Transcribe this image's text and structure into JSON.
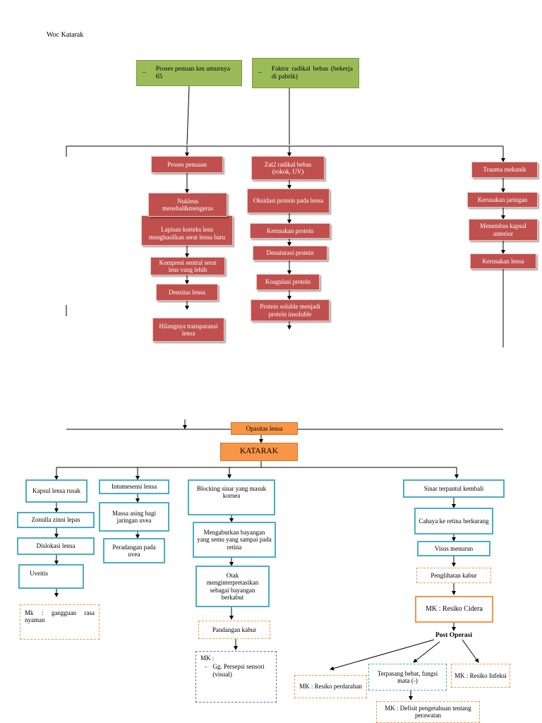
{
  "title": "Woc Katarak",
  "top": {
    "aging_factor": {
      "dash": "–",
      "text": "Proses penuan km umurnya 65"
    },
    "radical_factor": {
      "dash": "–",
      "text": "Faktor radikal bebas (bekerja di pabrik)"
    }
  },
  "left_chain": {
    "proses_penuaan": "Proses penuaan",
    "nukleus": "Nukleus menebal&mengeras",
    "lapisan": "Lapisan korteks lens menghasilkan serat lensa baru",
    "kompresi": "Kompresi sentral serat lens vang lebih",
    "densitas": "Densitas lensa",
    "hilangnya": "Hilangnya transparansi lensa"
  },
  "middle_chain": {
    "zat": "Zat2 radikal bebas (rokok, UV)",
    "oksidasi": "Oksidasi protein pada lensa",
    "kerusakan_protein": "Kerusakan protein",
    "denaturasi": "Denaturasi protein",
    "koagulasi": "Koagulasi protein",
    "soluble": "Protein soluble menjadi protein insoluble"
  },
  "right_chain": {
    "trauma": "Trauma mekanik",
    "kerusakan_jaringan": "Kerusakan jaringan",
    "menembus": "Menembus kapsul anterior",
    "kerusakan_lensa": "Kerusakan lensa"
  },
  "center": {
    "opasitas": "Opasitas lensa",
    "katarak": "KATARAK"
  },
  "branch1": {
    "kapsul": "Kapsul lensa rusak",
    "zonulla": "Zonulla zinni lepas",
    "dislokasi": "Dislokasi lensa",
    "uveitis": "Uveitis",
    "mk": "Mk : gangguan rasa nyaman"
  },
  "branch2": {
    "intumesensi": "Intumesensi lensa",
    "massa": "Massa asing bagi jaringan uvea",
    "peradangan": "Peradangan pada uvea"
  },
  "branch3": {
    "blocking": "Blocking sinar yang masuk kornea",
    "mengaburkan": "Mengaburkan bayangan yang semu yang sampai pada retina",
    "otak": "Otak menginterpretasikan sebagai bayangan berkabut",
    "pandangan": "Pandangan kabur",
    "mk_label": "MK :",
    "mk_item": "Gg. Persepsi sensori (visual)",
    "mk_dash": "-"
  },
  "branch4": {
    "sinar": "Sinar terpantul kembali",
    "cahaya": "Cahaya ke retina berkurang",
    "visus": "Visus menurun",
    "penglihatan": "Penglihatan kabur",
    "resiko_cidera": "MK : Resiko Cidera",
    "post_operasi": "Post Operasi",
    "perdarahan": "MK : Resiko perdarahan",
    "terpasang": "Terpasang bebat, fungsi mata (-)",
    "infeksi": "MK : Resiko Infeksi",
    "defisit": "MK : Defisit pengetahuan tentang perawatan"
  },
  "colors": {
    "green": "#9bbb59",
    "red": "#c0504d",
    "orange": "#f79646",
    "teal": "#4bacc6",
    "purple": "#8064a2"
  }
}
